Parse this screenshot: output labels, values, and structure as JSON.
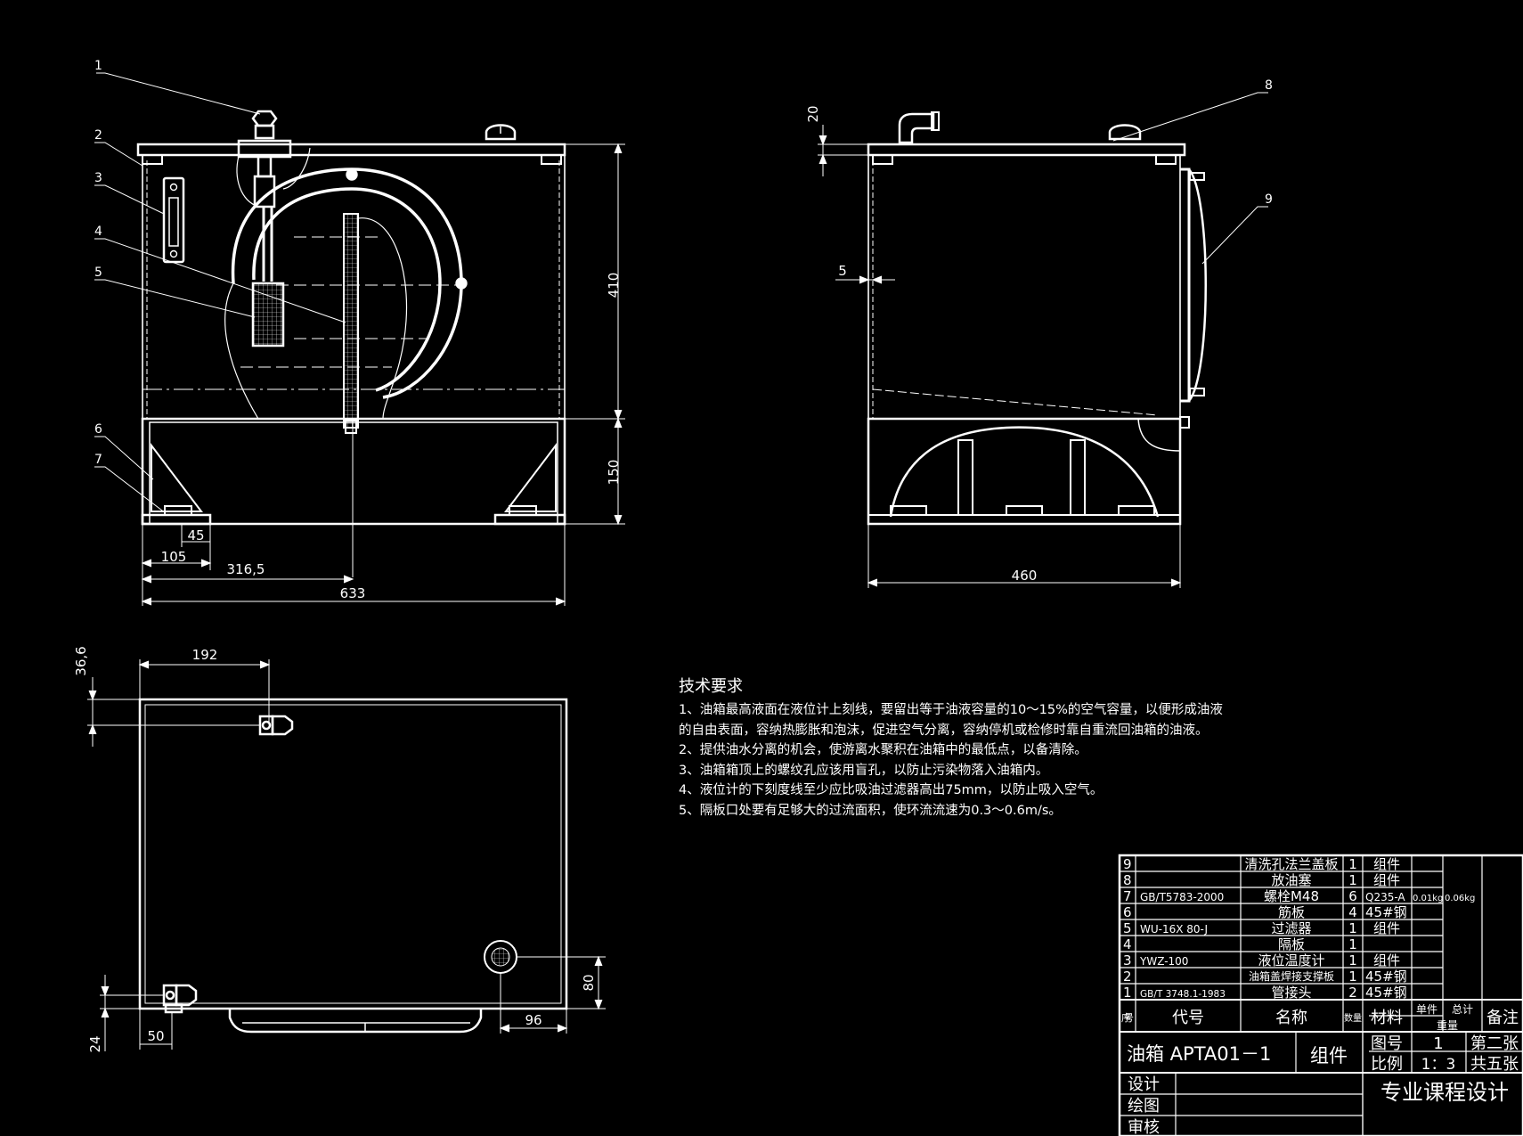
{
  "drawing": {
    "front_view": {
      "balloons": [
        "1",
        "2",
        "3",
        "4",
        "5",
        "6",
        "7"
      ],
      "dims": {
        "height_top": "410",
        "height_base": "150",
        "foot": "45",
        "foot_offset": "105",
        "center": "316,5",
        "width": "633"
      }
    },
    "side_view": {
      "balloons": [
        "8",
        "9"
      ],
      "dims": {
        "cap": "20",
        "wall": "5",
        "width": "460"
      }
    },
    "top_view": {
      "dims": {
        "port_x": "192",
        "port_y": "36,6",
        "drain_y": "24",
        "drain_x": "50",
        "breather_x": "96",
        "breather_y": "80"
      }
    }
  },
  "notes": {
    "title": "技术要求",
    "lines": [
      "1、油箱最高液面在液位计上刻线，要留出等于油液容量的10～15%的空气容量，以便形成油液",
      "的自由表面，容纳热膨胀和泡沫，促进空气分离，容纳停机或检修时靠自重流回油箱的油液。",
      "2、提供油水分离的机会，使游离水聚积在油箱中的最低点，以备清除。",
      "3、油箱箱顶上的螺纹孔应该用盲孔，以防止污染物落入油箱内。",
      "4、液位计的下刻度线至少应比吸油过滤器高出75mm，以防止吸入空气。",
      "5、隔板口处要有足够大的过流面积，使环流流速为0.3～0.6m/s。"
    ]
  },
  "bom": {
    "rows": [
      {
        "no": "9",
        "code": "",
        "name": "清洗孔法兰盖板",
        "qty": "1",
        "material": "组件",
        "unit": "",
        "total": ""
      },
      {
        "no": "8",
        "code": "",
        "name": "放油塞",
        "qty": "1",
        "material": "组件",
        "unit": "",
        "total": ""
      },
      {
        "no": "7",
        "code": "GB/T5783-2000",
        "name": "螺栓M48",
        "qty": "6",
        "material": "Q235-A",
        "unit": "0.01kg",
        "total": "0.06kg"
      },
      {
        "no": "6",
        "code": "",
        "name": "筋板",
        "qty": "4",
        "material": "45#钢",
        "unit": "",
        "total": ""
      },
      {
        "no": "5",
        "code": "WU-16X 80-J",
        "name": "过滤器",
        "qty": "1",
        "material": "组件",
        "unit": "",
        "total": ""
      },
      {
        "no": "4",
        "code": "",
        "name": "隔板",
        "qty": "1",
        "material": "",
        "unit": "",
        "total": ""
      },
      {
        "no": "3",
        "code": "YWZ-100",
        "name": "液位温度计",
        "qty": "1",
        "material": "组件",
        "unit": "",
        "total": ""
      },
      {
        "no": "2",
        "code": "",
        "name": "油箱盖焊接支撑板",
        "qty": "1",
        "material": "45#钢",
        "unit": "",
        "total": ""
      },
      {
        "no": "1",
        "code": "GB/T 3748.1-1983",
        "name": "管接头",
        "qty": "2",
        "material": "45#钢",
        "unit": "",
        "total": ""
      }
    ],
    "header": {
      "no": "序号",
      "code": "代号",
      "name": "名称",
      "qty": "数量",
      "material": "材料",
      "unit": "单件",
      "total": "总计",
      "weight": "重量",
      "remark": "备注"
    }
  },
  "title_block": {
    "name": "油箱 APTA01－1",
    "kind": "组件",
    "drawing_no_label": "图号",
    "drawing_no": "1",
    "sheet": "第二张",
    "scale_label": "比例",
    "scale": "1：3",
    "total_sheets": "共五张",
    "roles": [
      "设计",
      "绘图",
      "审核"
    ],
    "project": "专业课程设计"
  }
}
